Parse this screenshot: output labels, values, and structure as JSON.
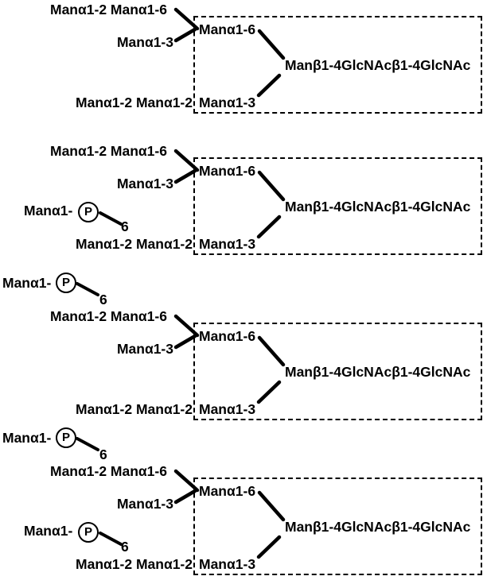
{
  "colors": {
    "ink": "#000000",
    "background": "#ffffff"
  },
  "structures": [
    {
      "upper_arm": "Manα1-2 Manα1-6",
      "middle_arm": "Manα1-3",
      "branch_man6": "Manα1-6",
      "core": "Manβ1-4GlcNAcβ1-4GlcNAc",
      "lower_arm": "Manα1-2 Manα1-2",
      "branch_man3": "Manα1-3",
      "phosphates": []
    },
    {
      "upper_arm": "Manα1-2 Manα1-6",
      "middle_arm": "Manα1-3",
      "branch_man6": "Manα1-6",
      "core": "Manβ1-4GlcNAcβ1-4GlcNAc",
      "lower_arm": "Manα1-2 Manα1-2",
      "branch_man3": "Manα1-3",
      "phosphates": [
        {
          "arm": "lower",
          "label": "Manα1-",
          "symbol": "P",
          "linkage": "6"
        }
      ]
    },
    {
      "upper_arm": "Manα1-2 Manα1-6",
      "middle_arm": "Manα1-3",
      "branch_man6": "Manα1-6",
      "core": "Manβ1-4GlcNAcβ1-4GlcNAc",
      "lower_arm": "Manα1-2 Manα1-2",
      "branch_man3": "Manα1-3",
      "phosphates": [
        {
          "arm": "upper",
          "label": "Manα1-",
          "symbol": "P",
          "linkage": "6"
        }
      ]
    },
    {
      "upper_arm": "Manα1-2 Manα1-6",
      "middle_arm": "Manα1-3",
      "branch_man6": "Manα1-6",
      "core": "Manβ1-4GlcNAcβ1-4GlcNAc",
      "lower_arm": "Manα1-2 Manα1-2",
      "branch_man3": "Manα1-3",
      "phosphates": [
        {
          "arm": "upper",
          "label": "Manα1-",
          "symbol": "P",
          "linkage": "6"
        },
        {
          "arm": "lower",
          "label": "Manα1-",
          "symbol": "P",
          "linkage": "6"
        }
      ]
    }
  ]
}
